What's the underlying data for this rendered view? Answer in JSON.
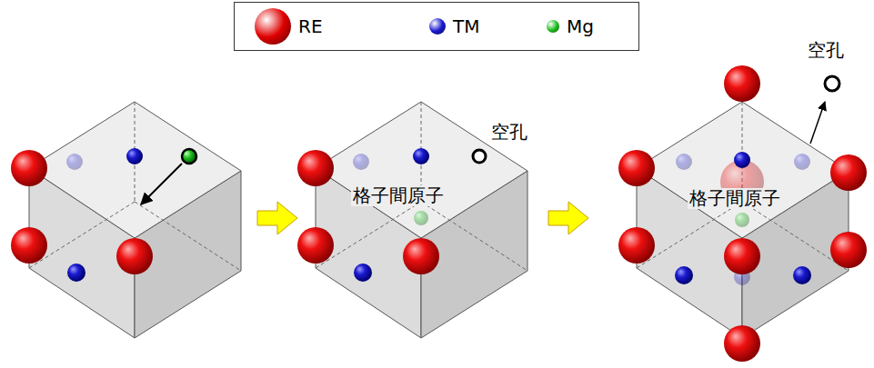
{
  "diagram": {
    "labels": [
      "空孔",
      "格子間原子",
      "空孔",
      "格子間原子"
    ],
    "legend": [
      {
        "text": "RE",
        "color": "#e00000"
      },
      {
        "text": "TM",
        "color": "#1a1ad0"
      },
      {
        "text": "Mg",
        "color": "#22c022"
      }
    ]
  }
}
